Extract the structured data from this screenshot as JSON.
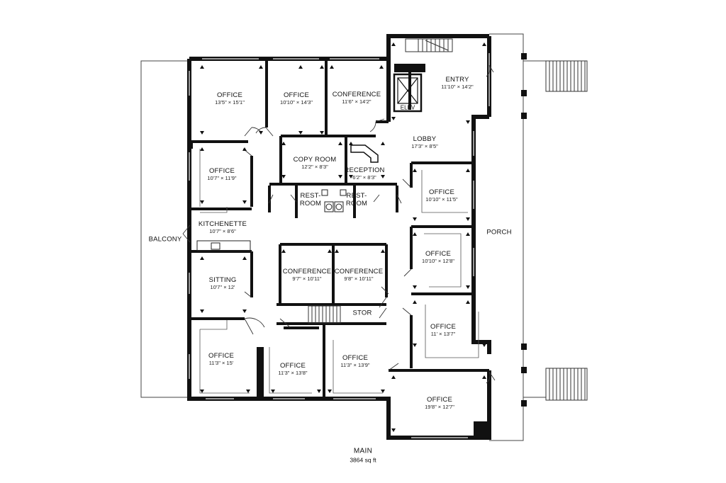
{
  "rooms": [
    {
      "name": "OFFICE",
      "dims": "13'5\" × 15'1\""
    },
    {
      "name": "OFFICE",
      "dims": "10'10\" × 14'3\""
    },
    {
      "name": "CONFERENCE",
      "dims": "11'6\" × 14'2\""
    },
    {
      "name": "ENTRY",
      "dims": "11'10\" × 14'2\""
    },
    {
      "name": "LOBBY",
      "dims": "17'3\" × 8'5\""
    },
    {
      "name": "OFFICE",
      "dims": "10'7\" × 11'9\""
    },
    {
      "name": "COPY ROOM",
      "dims": "12'2\" × 8'3\""
    },
    {
      "name": "RECEPTION",
      "dims": "6'2\" × 8'3\""
    },
    {
      "name": "OFFICE",
      "dims": "10'10\" × 11'5\""
    },
    {
      "name": "KITCHENETTE",
      "dims": "10'7\" × 8'6\""
    },
    {
      "name": "OFFICE",
      "dims": "10'10\" × 12'8\""
    },
    {
      "name": "CONFERENCE",
      "dims": "9'7\" × 10'11\""
    },
    {
      "name": "CONFERENCE",
      "dims": "9'8\" × 10'11\""
    },
    {
      "name": "SITTING",
      "dims": "10'7\" × 12'"
    },
    {
      "name": "OFFICE",
      "dims": "11' × 13'7\""
    },
    {
      "name": "OFFICE",
      "dims": "11'3\" × 15'"
    },
    {
      "name": "OFFICE",
      "dims": "11'3\" × 13'8\""
    },
    {
      "name": "OFFICE",
      "dims": "11'3\" × 13'9\""
    },
    {
      "name": "OFFICE",
      "dims": "19'8\" × 12'7\""
    }
  ],
  "restrooms": [
    {
      "line1": "REST-",
      "line2": "ROOM"
    },
    {
      "line1": "REST-",
      "line2": "ROOM"
    }
  ],
  "labels": {
    "elevator": "ELEV",
    "storage": "STOR",
    "balcony": "BALCONY",
    "porch": "PORCH"
  },
  "floor": {
    "title": "MAIN",
    "area": "3864 sq ft"
  }
}
